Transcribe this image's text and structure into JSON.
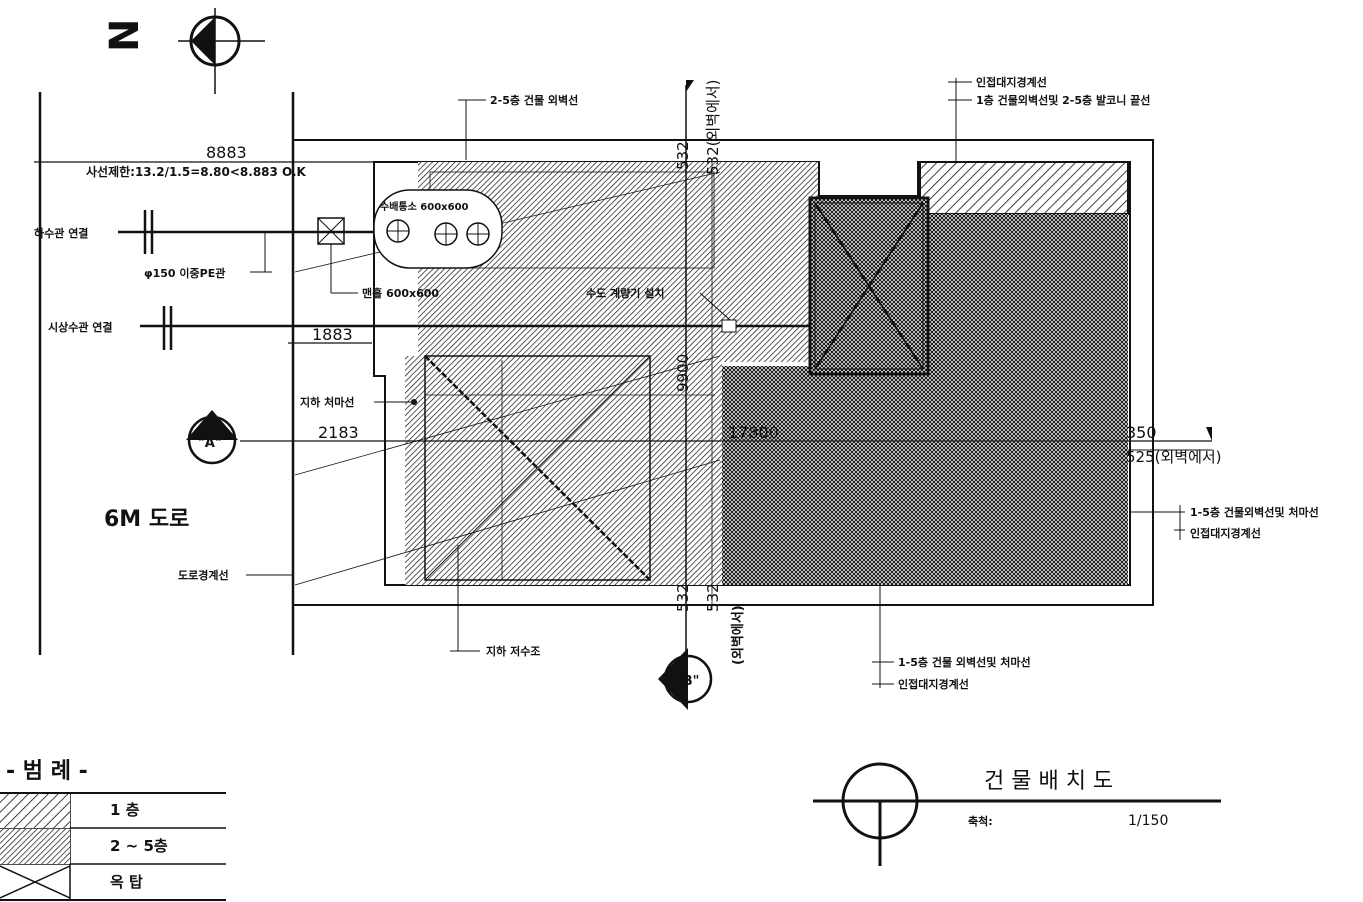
{
  "north_label": "N",
  "road": {
    "label": "6M 도로"
  },
  "dimensions": {
    "d8883": "8883",
    "d1883": "1883",
    "d2183": "2183",
    "d17800": "17800",
    "d350": "350",
    "d525": "525(외벽에서)",
    "d532_top": "532",
    "d532_top2": "532(외벽에서)",
    "d532_bot": "532",
    "d532_bot2": "532",
    "d532_bot_note": "(외벽에서)",
    "d9900": "9900"
  },
  "notes": {
    "sightline": "사선제한:13.2/1.5=8.80<8.883  O.K",
    "sewer": "하수관 연결",
    "pe_pipe": "φ150 이중PE관",
    "manhole": "맨홀 600x600",
    "water_supply": "시상수관 연결",
    "water_meter": "수도 계량기 설치",
    "meter_box": "수배통소 600x600",
    "basement_line": "지하 처마선",
    "road_boundary": "도로경계선",
    "upper_wall": "2-5층 건물 외벽선",
    "adj_line": "인접대지경계선",
    "floor1_line": "1층 건물외벽선및 2-5층 발코니 끝선",
    "east_wall": "1-5층 건물외벽선및 처마선",
    "east_adj": "인접대지경계선",
    "south_wall": "1-5층 건물 외벽선및 처마선",
    "south_adj": "인접대지경계선",
    "tank": "지하 저수조"
  },
  "sections": {
    "a": "\"A\"",
    "b": "\"B\""
  },
  "legend": {
    "title": "- 범 례 -",
    "rows": [
      {
        "label": "1   층"
      },
      {
        "label": "2 ~ 5층"
      },
      {
        "label": "옥   탑"
      }
    ]
  },
  "title_block": {
    "title": "건 물 배 치 도",
    "scale_label": "축척:",
    "scale_value": "1/150"
  }
}
